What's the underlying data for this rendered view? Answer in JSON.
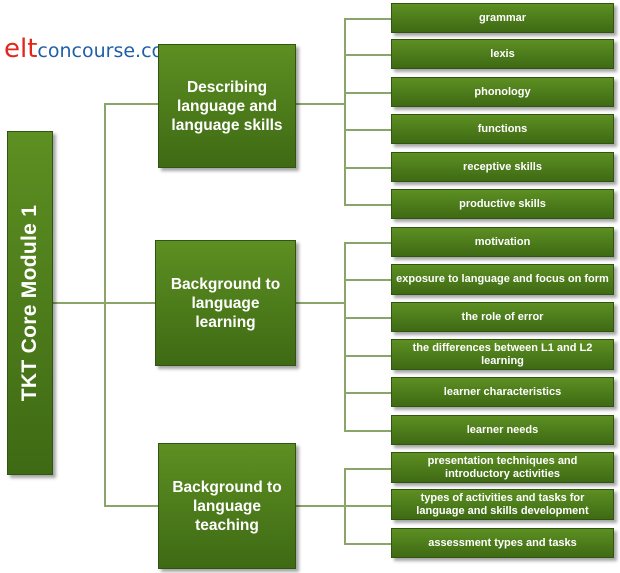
{
  "logo": {
    "part1": "elt",
    "part2": "concourse.com"
  },
  "root": {
    "label": "TKT Core Module 1"
  },
  "categories": [
    {
      "label": "Describing language and language  skills",
      "items": [
        "grammar",
        "lexis",
        "phonology",
        "functions",
        "receptive skills",
        "productive skills"
      ]
    },
    {
      "label": "Background to language learning",
      "items": [
        "motivation",
        "exposure to language and focus on form",
        "the role of error",
        "the differences between L1 and L2 learning",
        "learner characteristics",
        "learner needs"
      ]
    },
    {
      "label": "Background to language teaching",
      "items": [
        "presentation techniques and introductory activities",
        "types of activities and tasks for language and skills development",
        "assessment types and tasks"
      ]
    }
  ],
  "colors": {
    "box_fill": "#4a7a1a",
    "connector": "#8aa56a",
    "logo_elt": "#e1261c",
    "logo_domain": "#1f5fa8"
  }
}
